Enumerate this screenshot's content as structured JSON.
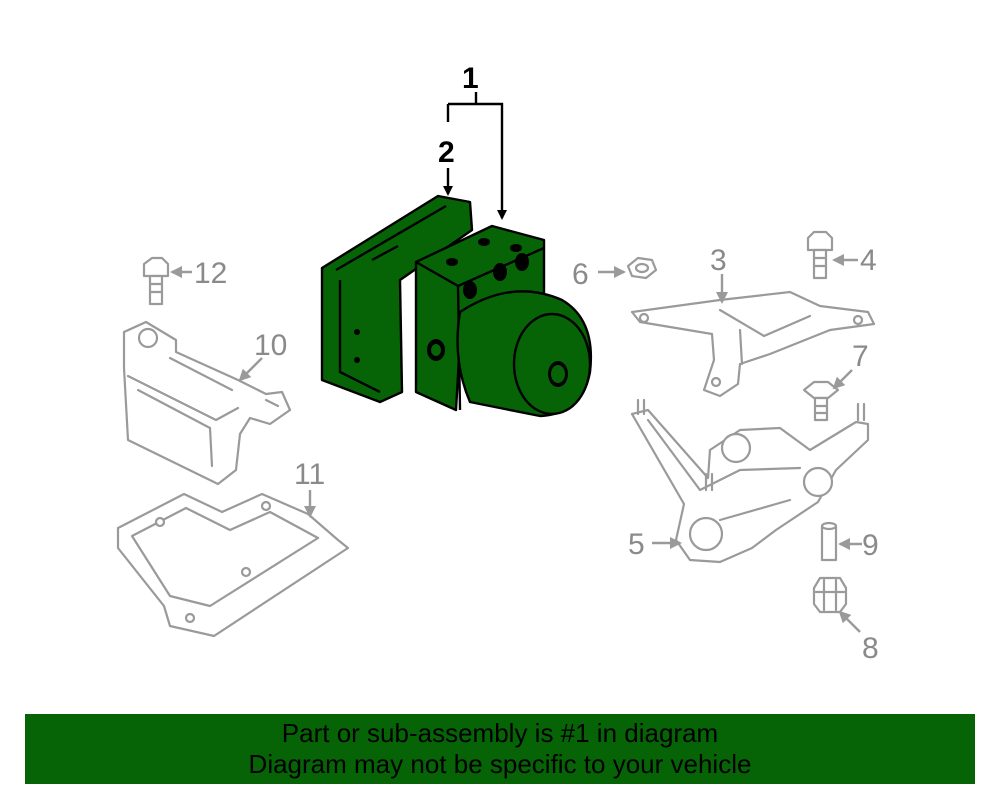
{
  "diagram": {
    "highlight_color": "#066406",
    "part_color_gray": "#9a9a9a",
    "callouts": {
      "c1": "1",
      "c2": "2",
      "c3": "3",
      "c4": "4",
      "c5": "5",
      "c6": "6",
      "c7": "7",
      "c8": "8",
      "c9": "9",
      "c10": "10",
      "c11": "11",
      "c12": "12"
    }
  },
  "banner": {
    "line1": "Part or sub-assembly is #1 in diagram",
    "line2": "Diagram may not be specific to your vehicle",
    "background": "#066406"
  }
}
